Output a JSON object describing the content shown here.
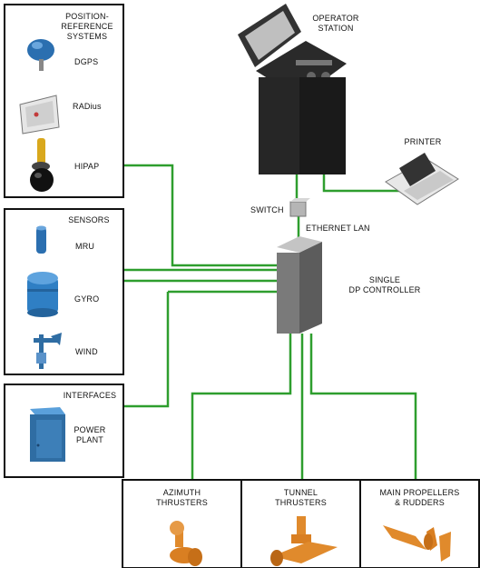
{
  "position_reference": {
    "title": "POSITION-\nREFERENCE\nSYSTEMS",
    "items": [
      {
        "label": "DGPS",
        "icon": "dgps-antenna-icon"
      },
      {
        "label": "RADius",
        "icon": "radius-sensor-icon"
      },
      {
        "label": "HIPAP",
        "icon": "hipap-transducer-icon"
      }
    ]
  },
  "sensors": {
    "title": "SENSORS",
    "items": [
      {
        "label": "MRU",
        "icon": "mru-sensor-icon"
      },
      {
        "label": "GYRO",
        "icon": "gyro-compass-icon"
      },
      {
        "label": "WIND",
        "icon": "wind-sensor-icon"
      }
    ]
  },
  "interfaces": {
    "title": "INTERFACES",
    "items": [
      {
        "label": "POWER\nPLANT",
        "icon": "power-plant-cabinet-icon"
      }
    ]
  },
  "operator_station": {
    "label": "OPERATOR\nSTATION",
    "icon": "operator-console-icon"
  },
  "printer": {
    "label": "PRINTER",
    "icon": "printer-icon"
  },
  "switch": {
    "label": "SWITCH",
    "icon": "network-switch-icon"
  },
  "ethernet": {
    "label": "ETHERNET LAN"
  },
  "controller": {
    "label": "SINGLE\nDP CONTROLLER",
    "icon": "dp-controller-cabinet-icon"
  },
  "thrusters": [
    {
      "label": "AZIMUTH\nTHRUSTERS",
      "icon": "azimuth-thruster-icon"
    },
    {
      "label": "TUNNEL\nTHRUSTERS",
      "icon": "tunnel-thruster-icon"
    },
    {
      "label": "MAIN PROPELLERS\n& RUDDERS",
      "icon": "propeller-rudder-icon"
    }
  ],
  "colors": {
    "connection": "#2e9e2e",
    "frame": "#111111",
    "actuator": "#e08a2c",
    "cabinet": "#2f6da3"
  }
}
